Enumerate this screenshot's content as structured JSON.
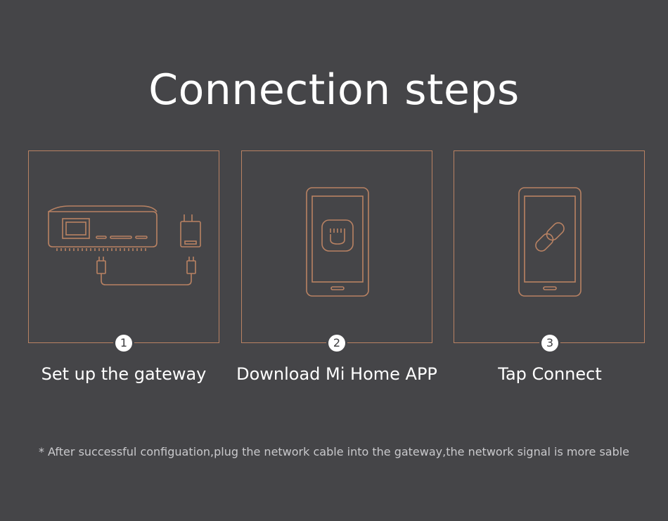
{
  "title": "Connection steps",
  "accent_color": "#b98263",
  "background_color": "#454548",
  "steps": [
    {
      "number": "1",
      "label": "Set up the gateway",
      "icon": "gateway-with-power-adapter-icon"
    },
    {
      "number": "2",
      "label": "Download Mi Home APP",
      "icon": "phone-mi-home-app-icon"
    },
    {
      "number": "3",
      "label": "Tap Connect",
      "icon": "phone-link-icon"
    }
  ],
  "footnote": "* After successful configuation,plug the network cable into the gateway,the network signal is more sable"
}
